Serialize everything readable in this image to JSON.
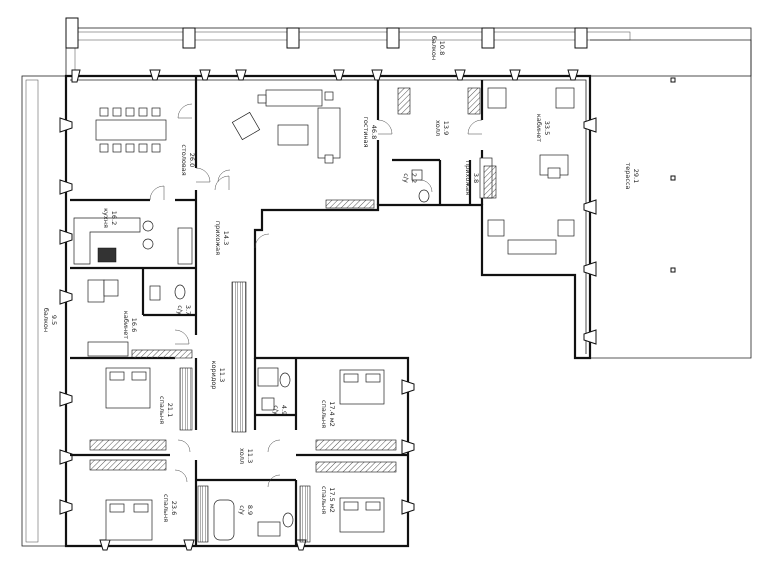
{
  "rooms": [
    {
      "name": "балкон",
      "area": "10.8"
    },
    {
      "name": "балкон",
      "area": "9.5"
    },
    {
      "name": "терасса",
      "area": "29.1"
    },
    {
      "name": "столовая",
      "area": "26.0"
    },
    {
      "name": "гостиная",
      "area": "46.8"
    },
    {
      "name": "холл",
      "area": "13.9"
    },
    {
      "name": "кабинет",
      "area": "33.5"
    },
    {
      "name": "с/у",
      "area": "2.2"
    },
    {
      "name": "прихожая",
      "area": "3.8"
    },
    {
      "name": "кухня",
      "area": "16.2"
    },
    {
      "name": "прихожая",
      "area": "14.3"
    },
    {
      "name": "с/у",
      "area": "3.7"
    },
    {
      "name": "кабинет",
      "area": "16.6"
    },
    {
      "name": "коридор",
      "area": "11.3"
    },
    {
      "name": "спальня",
      "area": "21.1"
    },
    {
      "name": "с/у",
      "area": "4.9"
    },
    {
      "name": "спальня",
      "area": "17.4 м2"
    },
    {
      "name": "холл",
      "area": "11.3"
    },
    {
      "name": "спальня",
      "area": "23.6"
    },
    {
      "name": "с/у",
      "area": "8.9"
    },
    {
      "name": "спальня",
      "area": "17.5 м2"
    }
  ],
  "colors": {
    "wall": "#111111",
    "background": "#ffffff",
    "hatch": "#555555"
  }
}
